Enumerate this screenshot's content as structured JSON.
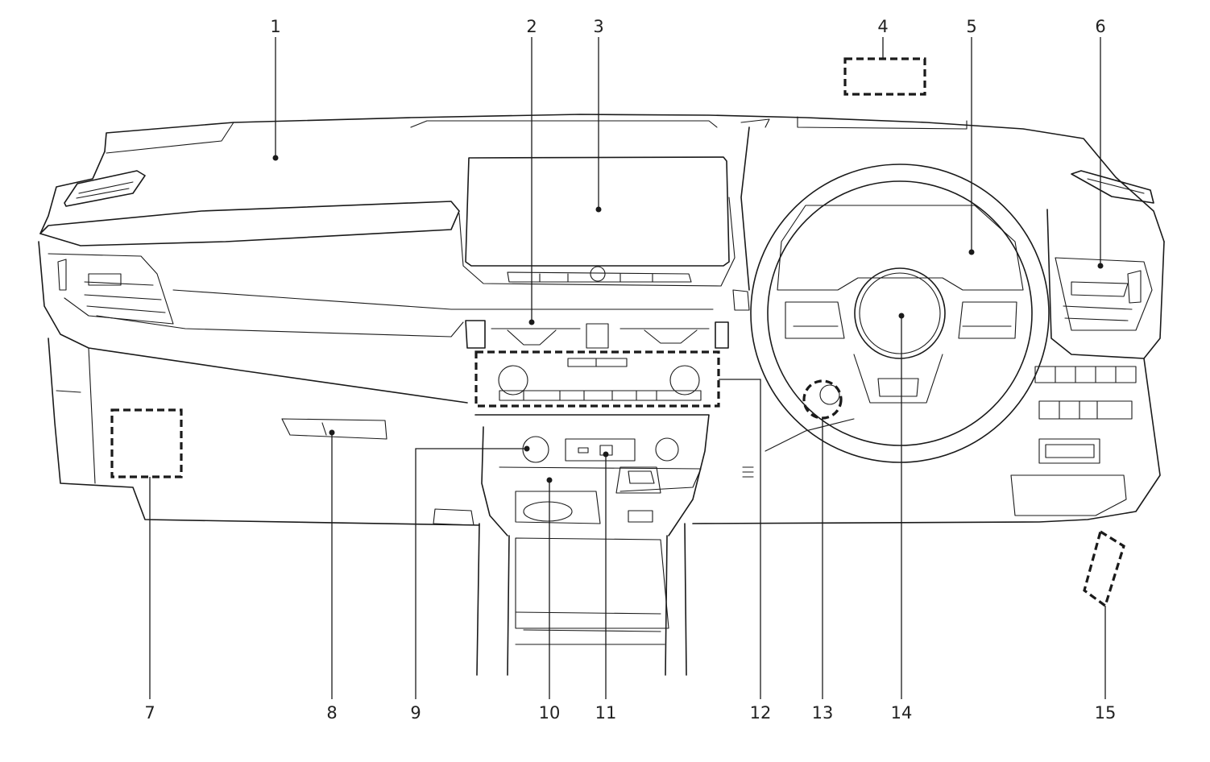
{
  "callouts": [
    {
      "label": "1"
    },
    {
      "label": "2"
    },
    {
      "label": "3"
    },
    {
      "label": "4"
    },
    {
      "label": "5"
    },
    {
      "label": "6"
    },
    {
      "label": "7"
    },
    {
      "label": "8"
    },
    {
      "label": "9"
    },
    {
      "label": "10"
    },
    {
      "label": "11"
    },
    {
      "label": "12"
    },
    {
      "label": "13"
    },
    {
      "label": "14"
    },
    {
      "label": "15"
    }
  ]
}
